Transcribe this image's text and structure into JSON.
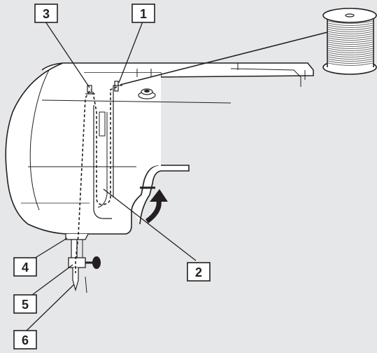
{
  "diagram": {
    "colors": {
      "background": "#e6e7e8",
      "machine_body": "#ffffff",
      "outline": "#231f20",
      "thread": "#231f20",
      "spool_stripes": "#6d6e71"
    },
    "callouts": [
      {
        "id": "1",
        "label": "1"
      },
      {
        "id": "2",
        "label": "2"
      },
      {
        "id": "3",
        "label": "3"
      },
      {
        "id": "4",
        "label": "4"
      },
      {
        "id": "5",
        "label": "5"
      },
      {
        "id": "6",
        "label": "6"
      }
    ],
    "icons": {
      "spool": "thread-spool-icon",
      "arrow": "curved-up-arrow-icon",
      "thread_path": "dashed-thread-path"
    }
  }
}
